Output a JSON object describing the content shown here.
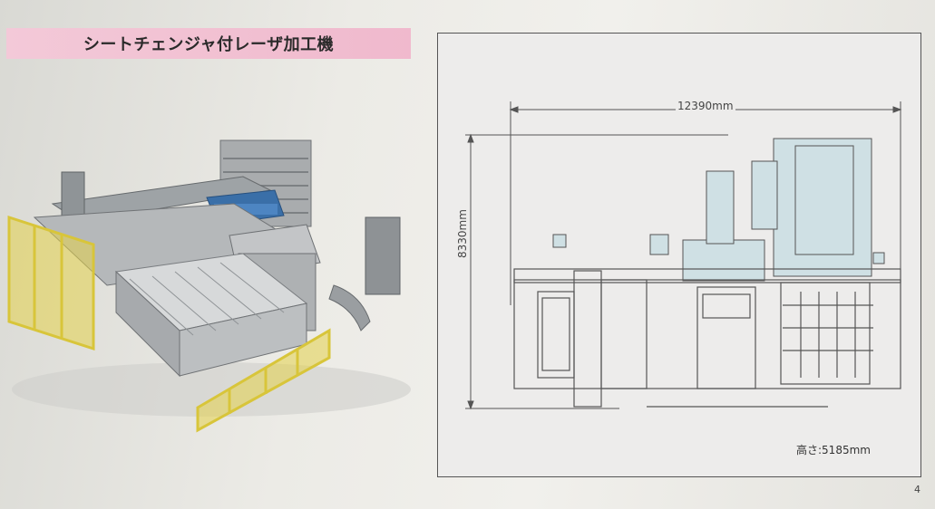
{
  "title": "シートチェンジャ付レーザ加工機",
  "drawing": {
    "width_dimension": "12390mm",
    "depth_dimension": "8330mm",
    "height_note": "高さ:5185mm"
  },
  "page_number": "4",
  "colors": {
    "banner_pink": "#f0b9cd",
    "safety_fence_yellow": "#e3d24a",
    "laser_head_blue": "#3a6fa8",
    "drawing_fill": "#cfe0e4",
    "drawing_line": "#555555"
  }
}
